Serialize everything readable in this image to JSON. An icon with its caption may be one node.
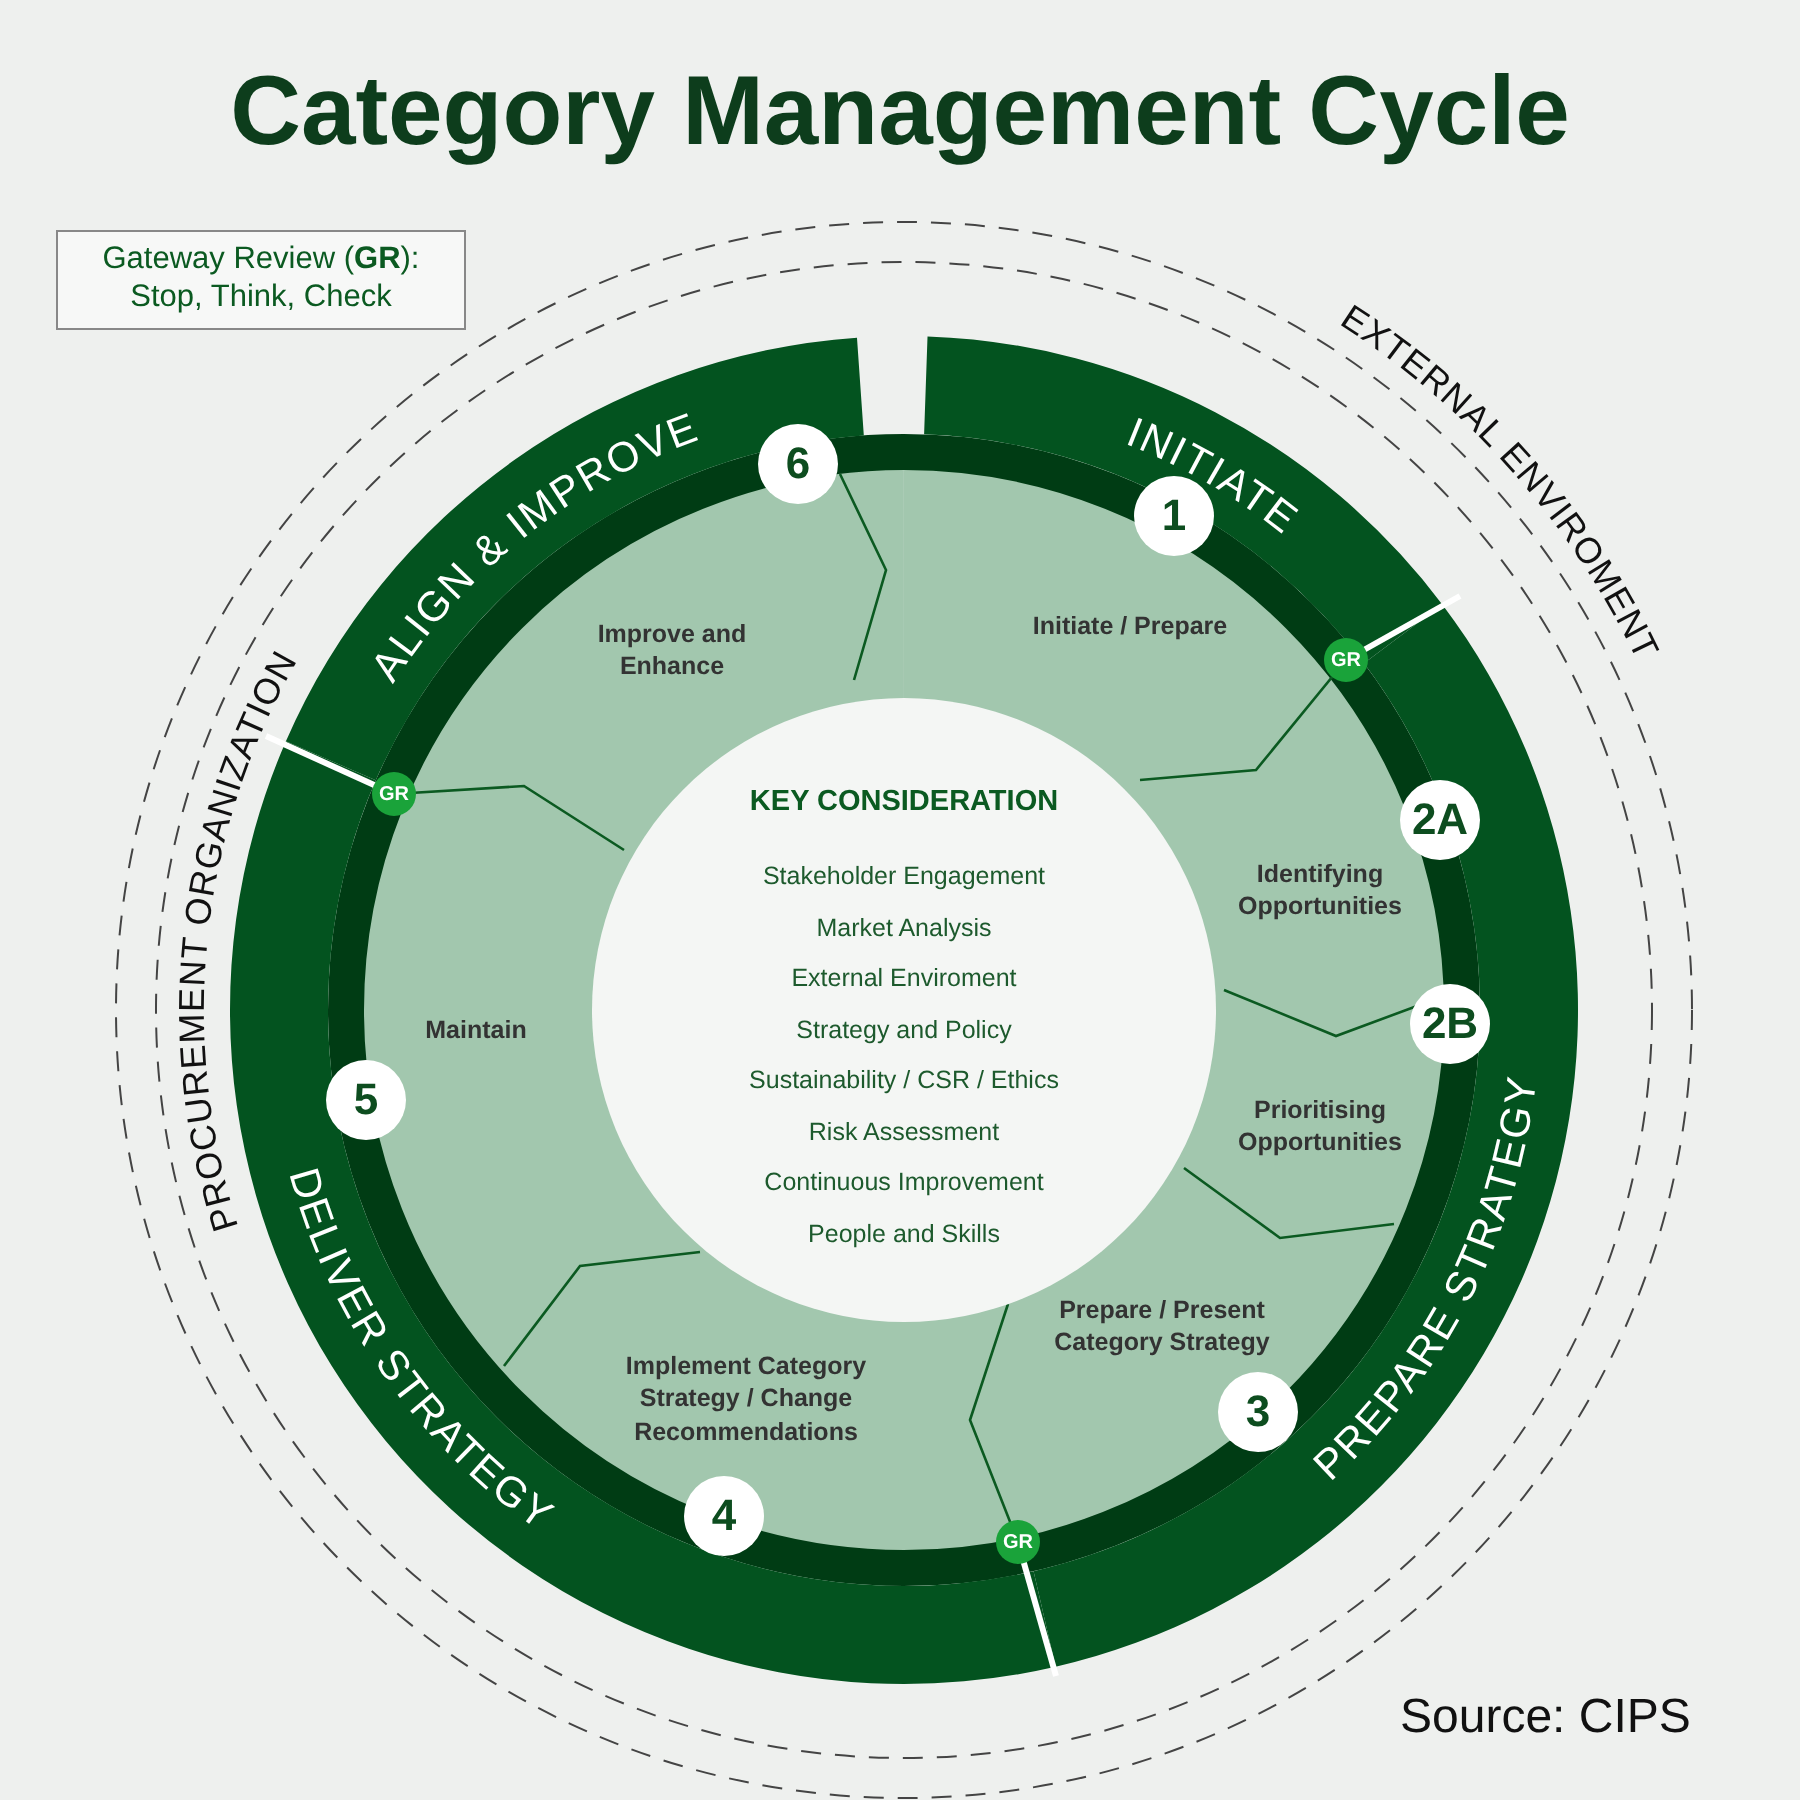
{
  "diagram": {
    "title": "Category Management Cycle",
    "nodes": [
      {
        "text": [
          "Gateway Review (**GR**): Stop, Think, Check"
        ]
      },
      {
        "text": [
          "INITIATE"
        ]
      },
      {
        "text": [
          "PREPARE STRATEGY"
        ]
      },
      {
        "text": [
          "DELIVER STRATEGY"
        ]
      },
      {
        "text": [
          "ALIGN & IMPROVE"
        ]
      },
      {
        "text": [
          "KEY CONSIDERATION",
          "Stakeholder Engagement",
          "Market Analysis",
          "External Enviroment",
          "Strategy and Policy",
          "Sustainability / CSR / Ethics",
          "Risk Assessment",
          "Continuous Improvement",
          "People and Skills"
        ]
      },
      {
        "text": [
          "1"
        ]
      },
      {
        "text": [
          "Initiate / Prepare"
        ]
      },
      {
        "text": [
          "2A"
        ]
      },
      {
        "text": [
          "Identifying Opportunities"
        ]
      },
      {
        "text": [
          "2B"
        ]
      },
      {
        "text": [
          "Prioritising Opportunities"
        ]
      },
      {
        "text": [
          "3"
        ]
      },
      {
        "text": [
          "Prepare / Present Category Strategy"
        ]
      },
      {
        "text": [
          "4"
        ]
      },
      {
        "text": [
          "Implement Category Strategy / Change Recommendations"
        ]
      },
      {
        "text": [
          "5"
        ]
      },
      {
        "text": [
          "Maintain"
        ]
      },
      {
        "text": [
          "6"
        ]
      },
      {
        "text": [
          "Improve and Enhance"
        ]
      },
      {
        "text": [
          "GR"
        ]
      },
      {
        "text": [
          "GR"
        ]
      },
      {
        "text": [
          "GR"
        ]
      }
    ],
    "labels": [
      "EXTERNAL ENVIROMENT",
      "PROCUREMENT ORGANIZATION",
      "Source: CIPS"
    ]
  }
}
